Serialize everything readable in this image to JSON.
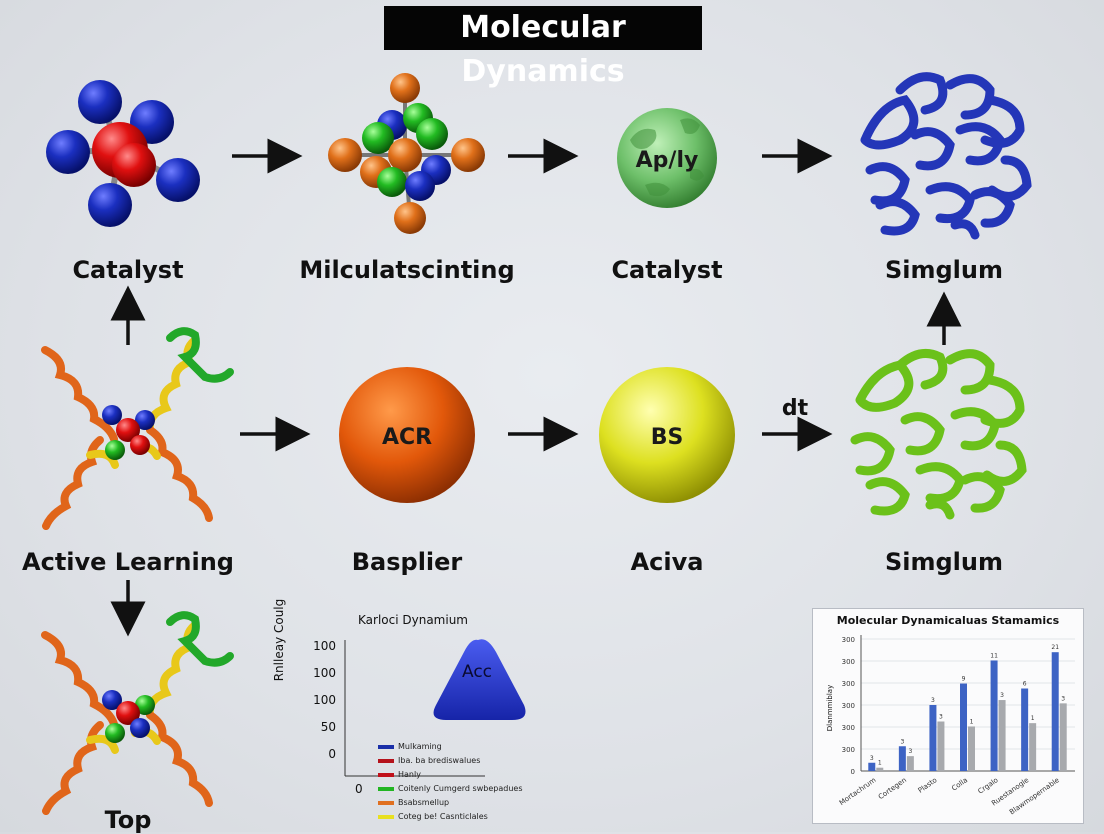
{
  "title": "Molecular Dynamics",
  "row1_labels": [
    "Catalyst",
    "Milculatscinting",
    "Catalyst",
    "Simglum"
  ],
  "row2_labels": [
    "Active Learning",
    "Basplier",
    "Aciva",
    "Simglum"
  ],
  "bottom_label": "Top",
  "sphere_texts": {
    "globe": "Ap/ly",
    "orange": "ACR",
    "yellow": "BS",
    "triangle": "Acc"
  },
  "arrow_label": "dt",
  "chart1": {
    "title": "Karloci Dynamium",
    "ylabel": "Rnlleay Coulg",
    "yticks": [
      "100",
      "100",
      "100",
      "50",
      "0"
    ],
    "x0": "0",
    "legend": [
      {
        "label": "Mulkaming",
        "color": "#1a2fa8"
      },
      {
        "label": "Iba. ba brediswalues",
        "color": "#b5121b"
      },
      {
        "label": "Hanly",
        "color": "#c0101a"
      },
      {
        "label": "Coitenly Cumgerd swbepadues",
        "color": "#22b522"
      },
      {
        "label": "Bsabsmellup",
        "color": "#e07020"
      },
      {
        "label": "Coteg be! Casnticlales",
        "color": "#e8e020"
      }
    ]
  },
  "chart_data": {
    "type": "bar",
    "title": "Molecular Dynamicaluas Stamamics",
    "ylabel": "Dlanmmiblay",
    "categories": [
      "Mortachrum",
      "Cortegen",
      "Plasto",
      "Colla",
      "Crgalo",
      "Ruestanogle",
      "Blawmopernable"
    ],
    "yticks": [
      "300",
      "300",
      "300",
      "300",
      "300",
      "300",
      "0"
    ],
    "series": [
      {
        "values": [
          5,
          15,
          40,
          53,
          67,
          50,
          72
        ],
        "color": "#3d63c4"
      },
      {
        "values": [
          2,
          9,
          30,
          27,
          43,
          29,
          41
        ],
        "color": "#a7a9ad"
      }
    ],
    "bar_labels_1": [
      "3",
      "3",
      "3",
      "9",
      "11",
      "6",
      "21"
    ],
    "bar_labels_2": [
      "1",
      "3",
      "3",
      "1",
      "3",
      "1",
      "3"
    ],
    "ylim": [
      0,
      80
    ]
  },
  "colors": {
    "blue": "#1b2fc0",
    "red": "#e01010",
    "green": "#22bb22",
    "orange": "#e0701a",
    "yellow": "#e6e030",
    "protein_blue": "#2436b8",
    "protein_green": "#6bc11a"
  }
}
